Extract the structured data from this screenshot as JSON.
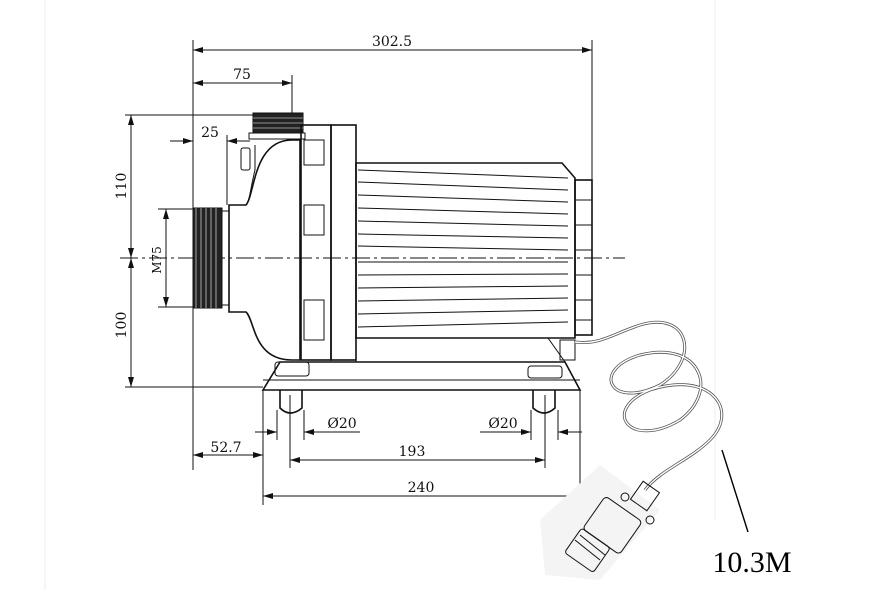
{
  "drawing": {
    "dimensions": {
      "overall_length": "302.5",
      "outlet_offset": "75",
      "inlet_offset": "25",
      "height_upper": "110",
      "height_lower": "100",
      "inlet_thread": "M75",
      "foot_dia_left": "Ø20",
      "foot_dia_right": "Ø20",
      "base_offset": "52.7",
      "foot_spacing": "193",
      "base_length": "240"
    },
    "cable_length": "10.3M"
  }
}
